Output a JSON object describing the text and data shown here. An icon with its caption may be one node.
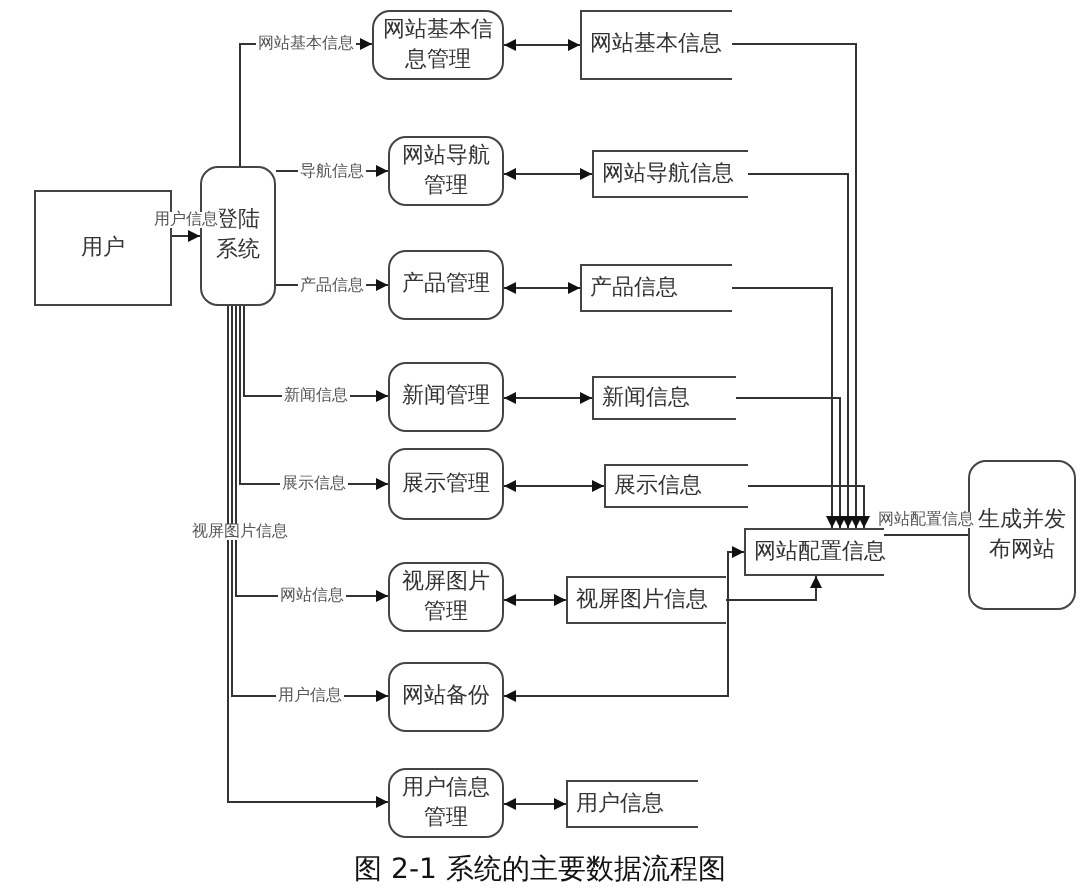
{
  "diagram": {
    "caption": "图 2-1 系统的主要数据流程图",
    "nodes": [
      {
        "text": [
          "用户"
        ]
      },
      {
        "text": [
          "登陆系统"
        ]
      },
      {
        "text": [
          "网站基本信息管理"
        ]
      },
      {
        "text": [
          "网站导航管理"
        ]
      },
      {
        "text": [
          "产品管理"
        ]
      },
      {
        "text": [
          "新闻管理"
        ]
      },
      {
        "text": [
          "展示管理"
        ]
      },
      {
        "text": [
          "视屏图片管理"
        ]
      },
      {
        "text": [
          "网站备份"
        ]
      },
      {
        "text": [
          "用户信息管理"
        ]
      },
      {
        "text": [
          "网站基本信息"
        ]
      },
      {
        "text": [
          "网站导航信息"
        ]
      },
      {
        "text": [
          "产品信息"
        ]
      },
      {
        "text": [
          "新闻信息"
        ]
      },
      {
        "text": [
          "展示信息"
        ]
      },
      {
        "text": [
          "视屏图片信息"
        ]
      },
      {
        "text": [
          "网站配置信息"
        ]
      },
      {
        "text": [
          "用户信息"
        ]
      },
      {
        "text": [
          "生成并发布网站"
        ]
      }
    ],
    "edges": [
      {
        "from": 0,
        "to": 1,
        "arrow": "to",
        "label": "用户信息"
      },
      {
        "from": 1,
        "to": 2,
        "arrow": "to",
        "label": "网站基本信息"
      },
      {
        "from": 1,
        "to": 3,
        "arrow": "to",
        "label": "导航信息"
      },
      {
        "from": 1,
        "to": 4,
        "arrow": "to",
        "label": "产品信息"
      },
      {
        "from": 1,
        "to": 5,
        "arrow": "to",
        "label": "新闻信息"
      },
      {
        "from": 1,
        "to": 6,
        "arrow": "to",
        "label": "展示信息"
      },
      {
        "from": 1,
        "to": 7,
        "arrow": "to",
        "label": "网站信息"
      },
      {
        "from": 1,
        "to": 8,
        "arrow": "to",
        "label": "用户信息"
      },
      {
        "from": 1,
        "to": 9,
        "arrow": "to"
      },
      {
        "from": 2,
        "to": 10,
        "arrow": "both"
      },
      {
        "from": 3,
        "to": 11,
        "arrow": "both"
      },
      {
        "from": 4,
        "to": 12,
        "arrow": "both"
      },
      {
        "from": 5,
        "to": 13,
        "arrow": "both"
      },
      {
        "from": 6,
        "to": 14,
        "arrow": "both"
      },
      {
        "from": 7,
        "to": 15,
        "arrow": "both"
      },
      {
        "from": 8,
        "to": 16,
        "arrow": "both"
      },
      {
        "from": 9,
        "to": 17,
        "arrow": "both"
      },
      {
        "from": 10,
        "to": 16,
        "arrow": "to"
      },
      {
        "from": 11,
        "to": 16,
        "arrow": "to"
      },
      {
        "from": 12,
        "to": 16,
        "arrow": "to"
      },
      {
        "from": 13,
        "to": 16,
        "arrow": "to"
      },
      {
        "from": 14,
        "to": 16,
        "arrow": "to"
      },
      {
        "from": 15,
        "to": 16,
        "arrow": "to"
      },
      {
        "from": 16,
        "to": 18,
        "arrow": "none",
        "label": "网站配置信息"
      }
    ],
    "labels": [
      "视屏图片信息"
    ]
  }
}
